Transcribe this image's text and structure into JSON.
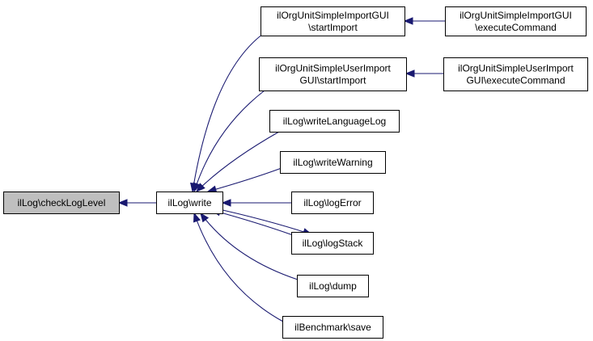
{
  "graph": {
    "nodes": [
      {
        "id": "checkLogLevel",
        "lines": [
          "ilLog\\checkLogLevel"
        ],
        "highlight": true
      },
      {
        "id": "write",
        "lines": [
          "ilLog\\write"
        ]
      },
      {
        "id": "simpleImportStart",
        "lines": [
          "ilOrgUnitSimpleImportGUI",
          "\\startImport"
        ]
      },
      {
        "id": "simpleImportExec",
        "lines": [
          "ilOrgUnitSimpleImportGUI",
          "\\executeCommand"
        ]
      },
      {
        "id": "simpleUserImportStart",
        "lines": [
          "ilOrgUnitSimpleUserImport",
          "GUI\\startImport"
        ]
      },
      {
        "id": "simpleUserImportExec",
        "lines": [
          "ilOrgUnitSimpleUserImport",
          "GUI\\executeCommand"
        ]
      },
      {
        "id": "writeLanguageLog",
        "lines": [
          "ilLog\\writeLanguageLog"
        ]
      },
      {
        "id": "writeWarning",
        "lines": [
          "ilLog\\writeWarning"
        ]
      },
      {
        "id": "logError",
        "lines": [
          "ilLog\\logError"
        ]
      },
      {
        "id": "logStack",
        "lines": [
          "ilLog\\logStack"
        ]
      },
      {
        "id": "dump",
        "lines": [
          "ilLog\\dump"
        ]
      },
      {
        "id": "benchmarkSave",
        "lines": [
          "ilBenchmark\\save"
        ]
      }
    ],
    "edges": [
      {
        "from": "write",
        "to": "checkLogLevel"
      },
      {
        "from": "simpleImportStart",
        "to": "write"
      },
      {
        "from": "simpleUserImportStart",
        "to": "write"
      },
      {
        "from": "writeLanguageLog",
        "to": "write"
      },
      {
        "from": "writeWarning",
        "to": "write"
      },
      {
        "from": "logError",
        "to": "write"
      },
      {
        "from": "logStack",
        "to": "write"
      },
      {
        "from": "write",
        "to": "logStack"
      },
      {
        "from": "dump",
        "to": "write"
      },
      {
        "from": "benchmarkSave",
        "to": "write"
      },
      {
        "from": "simpleImportExec",
        "to": "simpleImportStart"
      },
      {
        "from": "simpleUserImportExec",
        "to": "simpleUserImportStart"
      }
    ],
    "colors": {
      "node_fill": "#ffffff",
      "highlight_fill": "#bfbfbf",
      "border": "#000000",
      "edge": "#191970"
    }
  }
}
